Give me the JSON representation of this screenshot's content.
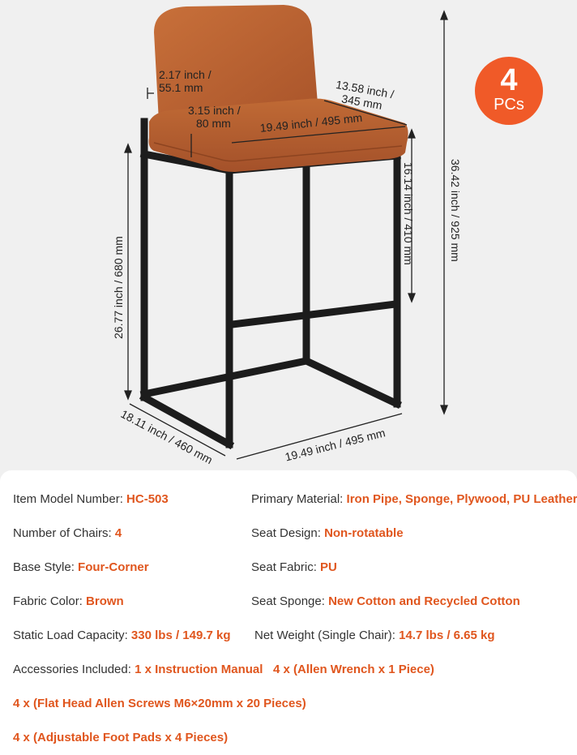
{
  "badge": {
    "count": "4",
    "unit": "PCs"
  },
  "dimensions": {
    "back_thickness": "2.17 inch /\n55.1 mm",
    "back_thickness_l1": "2.17 inch /",
    "back_thickness_l2": "55.1 mm",
    "seat_cushion_l1": "3.15 inch /",
    "seat_cushion_l2": "80 mm",
    "seat_depth_l1": "13.58 inch /",
    "seat_depth_l2": "345 mm",
    "seat_width_top": "19.49 inch / 495 mm",
    "leg_to_seat": "16.14 inch / 410 mm",
    "total_height": "36.42 inch / 925 mm",
    "seat_height": "26.77 inch / 680 mm",
    "base_depth": "18.11 inch / 460 mm",
    "base_width": "19.49 inch / 495 mm"
  },
  "specs": {
    "model_label": "Item Model Number: ",
    "model_value": "HC-503",
    "material_label": "Primary Material: ",
    "material_value": "Iron Pipe, Sponge, Plywood, PU Leather",
    "chairs_label": "Number of Chairs: ",
    "chairs_value": "4",
    "design_label": "Seat Design: ",
    "design_value": "Non-rotatable",
    "base_label": "Base Style: ",
    "base_value": "Four-Corner",
    "fabric_label": "Seat Fabric: ",
    "fabric_value": "PU",
    "color_label": "Fabric Color: ",
    "color_value": "Brown",
    "sponge_label": "Seat Sponge: ",
    "sponge_value": "New Cotton and Recycled Cotton",
    "load_label": "Static Load Capacity: ",
    "load_value": "330 lbs / 149.7 kg",
    "weight_label": "Net Weight (Single Chair): ",
    "weight_value": "14.7 lbs / 6.65 kg",
    "accessories_label": "Accessories Included: ",
    "accessory_1": "1 x Instruction Manual",
    "accessory_2": "4 x (Allen Wrench x 1 Piece)",
    "accessory_3": "4 x (Flat Head Allen Screws M6×20mm x 20 Pieces)",
    "accessory_4": "4 x (Adjustable Foot Pads x 4 Pieces)"
  },
  "colors": {
    "accent": "#e0561e",
    "badge": "#f05a28",
    "leather": "#b9622d",
    "frame": "#1c1c1c"
  }
}
